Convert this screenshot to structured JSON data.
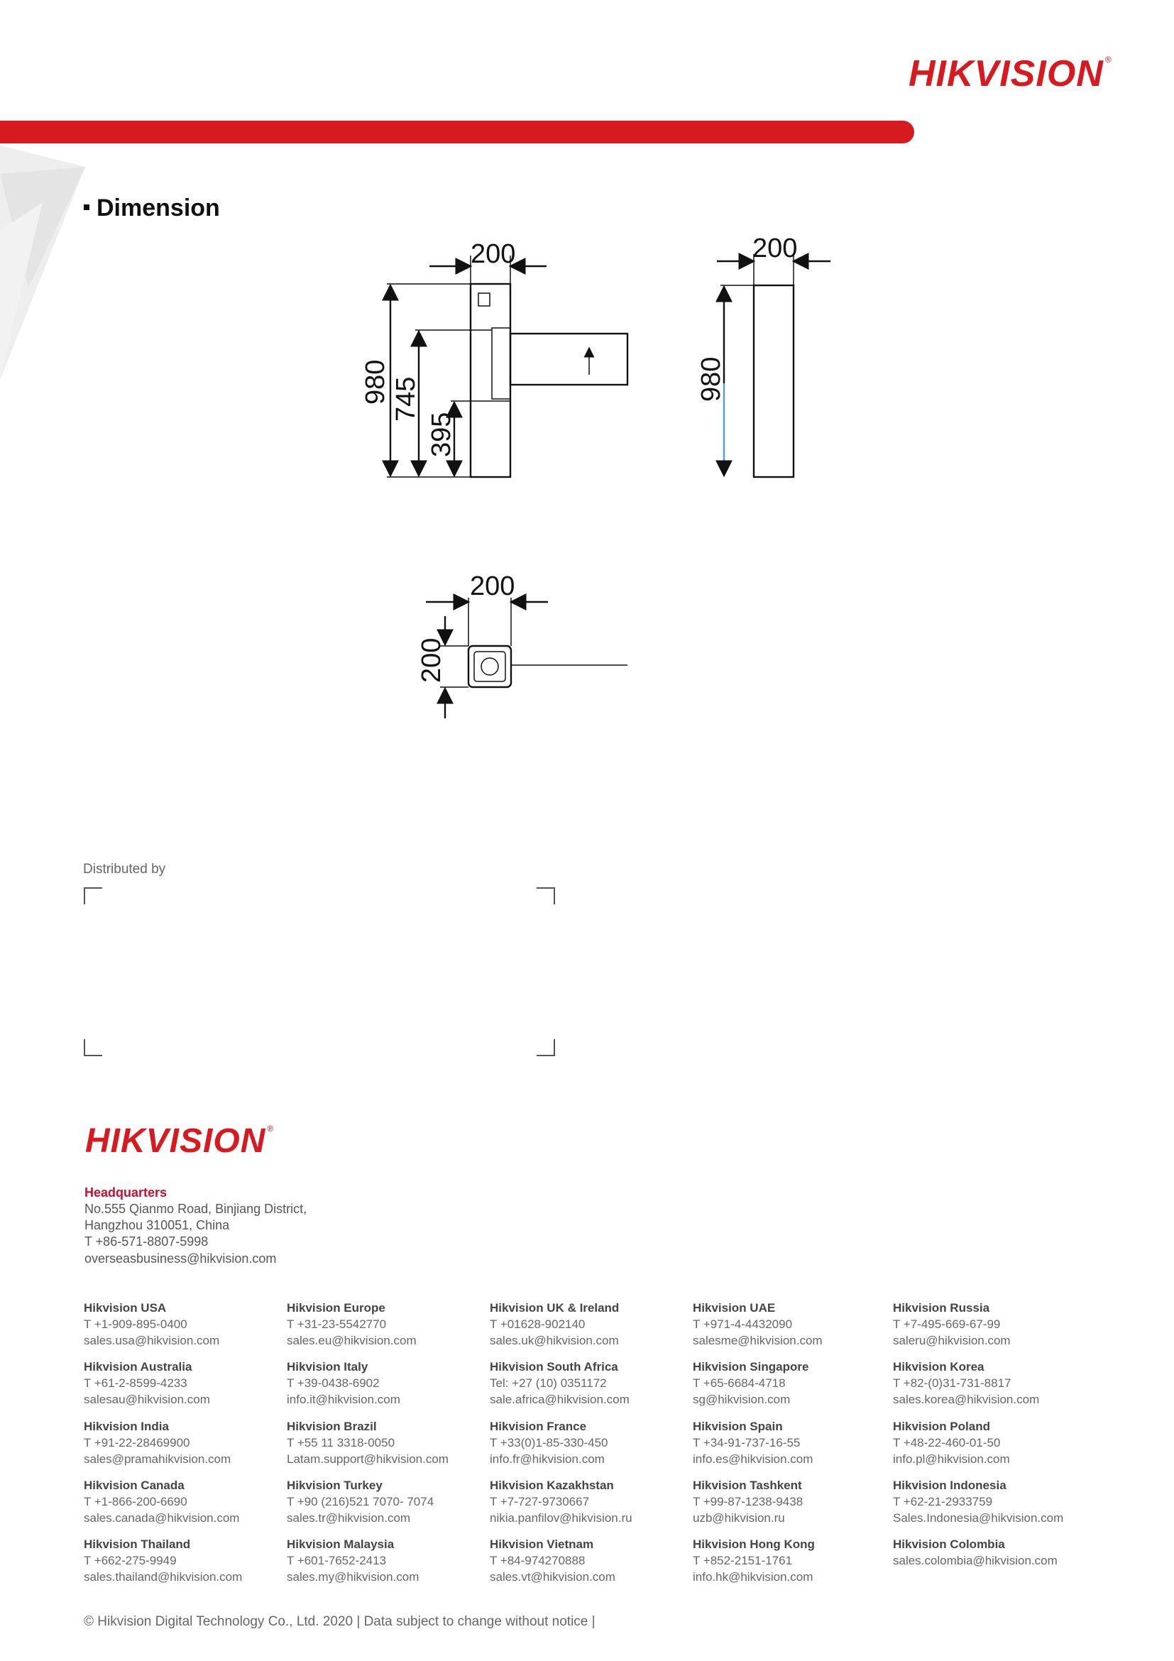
{
  "brand": {
    "logo_text": "HIKVISION",
    "reg_mark": "®",
    "color": "#d71920"
  },
  "section": {
    "title": "Dimension"
  },
  "dimensions": {
    "front": {
      "top_width": "200",
      "height": "980",
      "arm_height": "745",
      "lower_height": "395"
    },
    "side": {
      "width": "200",
      "height": "980"
    },
    "top": {
      "width": "200",
      "depth": "200"
    }
  },
  "distributed": {
    "label": "Distributed by"
  },
  "headquarters": {
    "title": "Headquarters",
    "lines": [
      "No.555 Qianmo Road, Binjiang District,",
      "Hangzhou 310051, China",
      "T +86-571-8807-5998",
      "overseasbusiness@hikvision.com"
    ]
  },
  "offices": [
    [
      {
        "name": "Hikvision USA",
        "phone": "T +1-909-895-0400",
        "email": "sales.usa@hikvision.com"
      },
      {
        "name": "Hikvision Europe",
        "phone": "T +31-23-5542770",
        "email": "sales.eu@hikvision.com"
      },
      {
        "name": "Hikvision UK & Ireland",
        "phone": "T +01628-902140",
        "email": "sales.uk@hikvision.com"
      },
      {
        "name": "Hikvision UAE",
        "phone": "T +971-4-4432090",
        "email": "salesme@hikvision.com"
      },
      {
        "name": "Hikvision Russia",
        "phone": "T +7-495-669-67-99",
        "email": "saleru@hikvision.com"
      }
    ],
    [
      {
        "name": "Hikvision Australia",
        "phone": "T +61-2-8599-4233",
        "email": "salesau@hikvision.com"
      },
      {
        "name": "Hikvision Italy",
        "phone": "T +39-0438-6902",
        "email": "info.it@hikvision.com"
      },
      {
        "name": "Hikvision South Africa",
        "phone": "Tel: +27 (10) 0351172",
        "email": "sale.africa@hikvision.com"
      },
      {
        "name": "Hikvision Singapore",
        "phone": "T +65-6684-4718",
        "email": "sg@hikvision.com"
      },
      {
        "name": "Hikvision Korea",
        "phone": "T +82-(0)31-731-8817",
        "email": "sales.korea@hikvision.com"
      }
    ],
    [
      {
        "name": "Hikvision India",
        "phone": "T +91-22-28469900",
        "email": "sales@pramahikvision.com"
      },
      {
        "name": "Hikvision Brazil",
        "phone": "T +55 11 3318-0050",
        "email": "Latam.support@hikvision.com"
      },
      {
        "name": "Hikvision France",
        "phone": "T +33(0)1-85-330-450",
        "email": "info.fr@hikvision.com"
      },
      {
        "name": "Hikvision Spain",
        "phone": "T +34-91-737-16-55",
        "email": "info.es@hikvision.com"
      },
      {
        "name": "Hikvision Poland",
        "phone": "T +48-22-460-01-50",
        "email": "info.pl@hikvision.com"
      }
    ],
    [
      {
        "name": "Hikvision Canada",
        "phone": "T +1-866-200-6690",
        "email": "sales.canada@hikvision.com"
      },
      {
        "name": "Hikvision Turkey",
        "phone": "T +90 (216)521 7070- 7074",
        "email": "sales.tr@hikvision.com"
      },
      {
        "name": "Hikvision Kazakhstan",
        "phone": "T +7-727-9730667",
        "email": "nikia.panfilov@hikvision.ru"
      },
      {
        "name": "Hikvision Tashkent",
        "phone": "T +99-87-1238-9438",
        "email": "uzb@hikvision.ru"
      },
      {
        "name": "Hikvision Indonesia",
        "phone": "T +62-21-2933759",
        "email": "Sales.Indonesia@hikvision.com"
      }
    ],
    [
      {
        "name": "Hikvision Thailand",
        "phone": "T +662-275-9949",
        "email": "sales.thailand@hikvision.com"
      },
      {
        "name": "Hikvision Malaysia",
        "phone": "T +601-7652-2413",
        "email": "sales.my@hikvision.com"
      },
      {
        "name": "Hikvision Vietnam",
        "phone": "T +84-974270888",
        "email": "sales.vt@hikvision.com"
      },
      {
        "name": "Hikvision Hong Kong",
        "phone": "T +852-2151-1761",
        "email": "info.hk@hikvision.com"
      },
      {
        "name": "Hikvision Colombia",
        "phone": "",
        "email": "sales.colombia@hikvision.com"
      }
    ]
  ],
  "footer": {
    "note": "© Hikvision Digital Technology Co., Ltd. 2020 | Data subject to change without notice |"
  }
}
